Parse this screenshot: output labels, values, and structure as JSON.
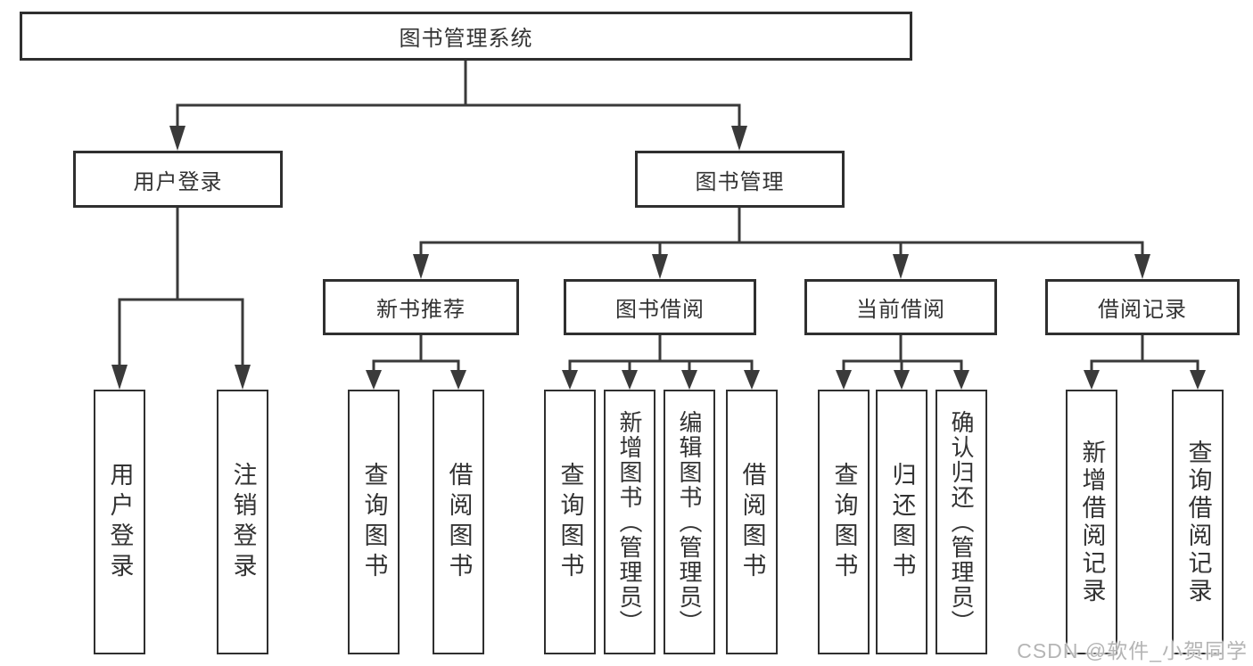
{
  "nodes": {
    "root": "图书管理系统",
    "user_login": "用户登录",
    "book_mgmt": "图书管理",
    "new_book_rec": "新书推荐",
    "book_borrow": "图书借阅",
    "current_borrow": "当前借阅",
    "borrow_record": "借阅记录",
    "leaf_user_login": "用户登录",
    "leaf_logout": "注销登录",
    "leaf_query_book_1": "查询图书",
    "leaf_borrow_book_1": "借阅图书",
    "leaf_query_book_2": "查询图书",
    "leaf_add_book": "新增图书（管理员）",
    "leaf_edit_book": "编辑图书（管理员）",
    "leaf_borrow_book_2": "借阅图书",
    "leaf_query_book_3": "查询图书",
    "leaf_return_book": "归还图书",
    "leaf_confirm_return": "确认归还（管理员）",
    "leaf_add_record": "新增借阅记录",
    "leaf_query_record": "查询借阅记录"
  },
  "watermark": "CSDN @软件_小贺同学",
  "colors": {
    "line": "#3a3a3a",
    "box_border": "#2f2f2f",
    "box_fill": "#ffffff",
    "text": "#333333",
    "watermark": "#b5b5b5"
  }
}
